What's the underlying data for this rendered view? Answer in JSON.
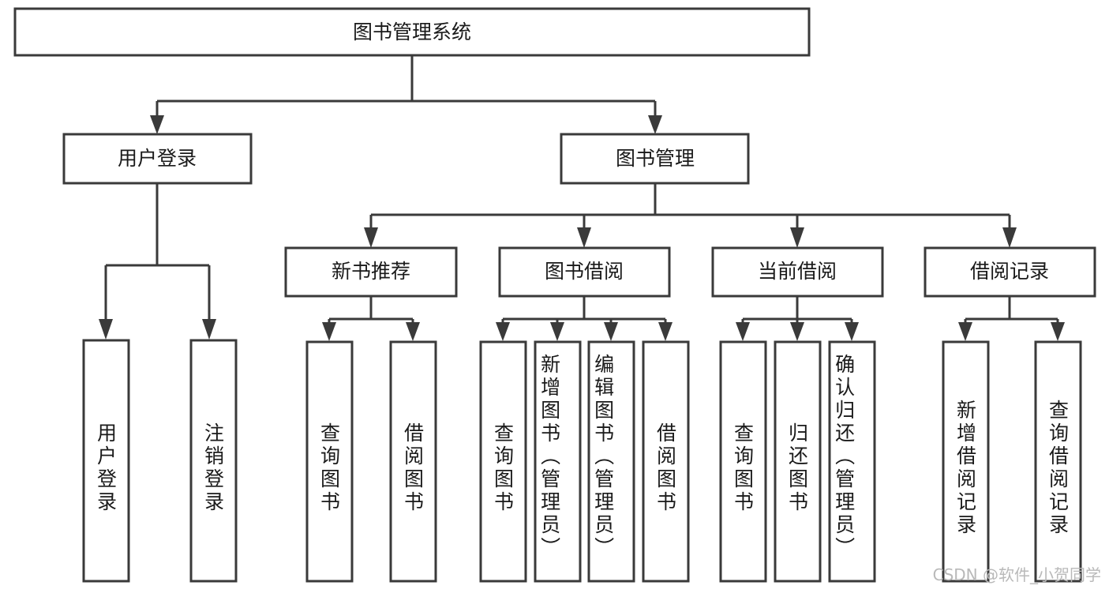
{
  "diagram": {
    "title": "图书管理系统",
    "type": "tree",
    "root": {
      "id": "root",
      "label": "图书管理系统"
    },
    "level2": [
      {
        "id": "user-login",
        "label": "用户登录"
      },
      {
        "id": "book-manage",
        "label": "图书管理"
      }
    ],
    "level3": [
      {
        "id": "new-book-rec",
        "label": "新书推荐"
      },
      {
        "id": "book-borrow",
        "label": "图书借阅"
      },
      {
        "id": "current-borrow",
        "label": "当前借阅"
      },
      {
        "id": "borrow-record",
        "label": "借阅记录"
      }
    ],
    "leaves": {
      "user_login": [
        {
          "id": "leaf-user-login",
          "label": "用户登录"
        },
        {
          "id": "leaf-logout",
          "label": "注销登录"
        }
      ],
      "new_book_rec": [
        {
          "id": "leaf-query-book-1",
          "label": "查询图书"
        },
        {
          "id": "leaf-borrow-book-1",
          "label": "借阅图书"
        }
      ],
      "book_borrow": [
        {
          "id": "leaf-query-book-2",
          "label": "查询图书"
        },
        {
          "id": "leaf-add-book",
          "label": "新增图书（管理员）"
        },
        {
          "id": "leaf-edit-book",
          "label": "编辑图书（管理员）"
        },
        {
          "id": "leaf-borrow-book-2",
          "label": "借阅图书"
        }
      ],
      "current_borrow": [
        {
          "id": "leaf-query-book-3",
          "label": "查询图书"
        },
        {
          "id": "leaf-return-book",
          "label": "归还图书"
        },
        {
          "id": "leaf-confirm-return",
          "label": "确认归还（管理员）"
        }
      ],
      "borrow_record": [
        {
          "id": "leaf-add-record",
          "label": "新增借阅记录"
        },
        {
          "id": "leaf-query-record",
          "label": "查询借阅记录"
        }
      ]
    }
  },
  "watermark": {
    "text": "CSDN @软件_小贺同学"
  },
  "colors": {
    "stroke": "#3a3a3a",
    "box_fill": "#ffffff",
    "text": "#1a1a1a",
    "watermark": "#b9b9b9",
    "background": "#ffffff"
  }
}
